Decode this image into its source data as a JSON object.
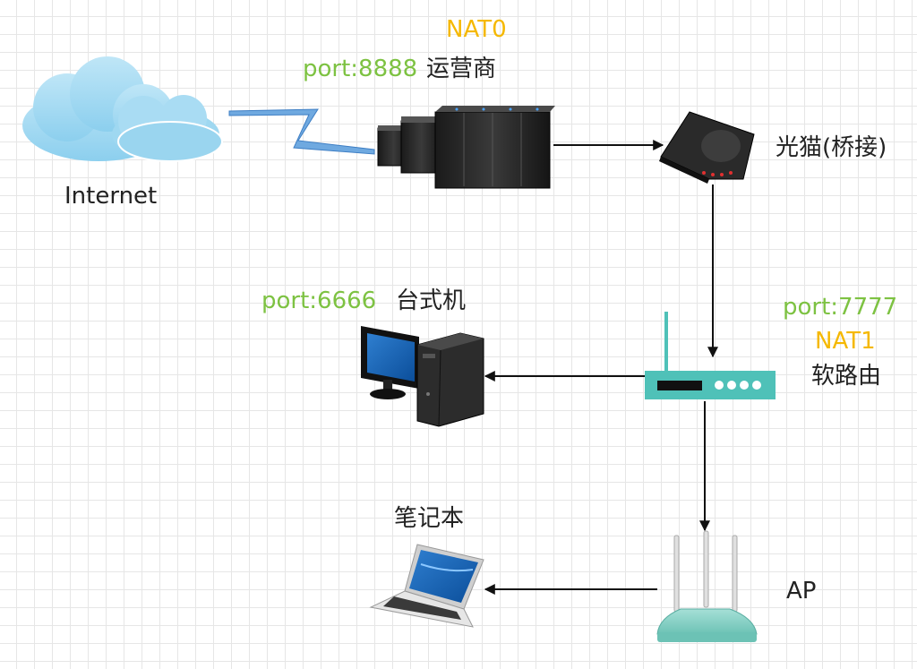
{
  "nodes": {
    "internet": {
      "label": "Internet",
      "icon": "cloud-icon"
    },
    "isp": {
      "label": "运营商",
      "port": "port:8888",
      "nat": "NAT0",
      "icon": "server-rack-icon"
    },
    "modem": {
      "label": "光猫(桥接)",
      "icon": "modem-icon"
    },
    "soft_router": {
      "label": "软路由",
      "port": "port:7777",
      "nat": "NAT1",
      "icon": "router-icon"
    },
    "desktop": {
      "label": "台式机",
      "port": "port:6666",
      "icon": "desktop-computer-icon"
    },
    "laptop": {
      "label": "笔记本",
      "icon": "laptop-icon"
    },
    "ap": {
      "label": "AP",
      "icon": "wireless-ap-icon"
    }
  },
  "edges": [
    {
      "from": "internet",
      "to": "isp",
      "style": "lightning"
    },
    {
      "from": "isp",
      "to": "modem",
      "style": "arrow"
    },
    {
      "from": "modem",
      "to": "soft_router",
      "style": "arrow"
    },
    {
      "from": "soft_router",
      "to": "desktop",
      "style": "arrow"
    },
    {
      "from": "soft_router",
      "to": "ap",
      "style": "arrow"
    },
    {
      "from": "ap",
      "to": "laptop",
      "style": "arrow"
    }
  ],
  "colors": {
    "port": "#7dc242",
    "nat": "#f5b800",
    "text": "#222222",
    "router": "#4fc1b8",
    "ap": "#7fd3c6"
  }
}
